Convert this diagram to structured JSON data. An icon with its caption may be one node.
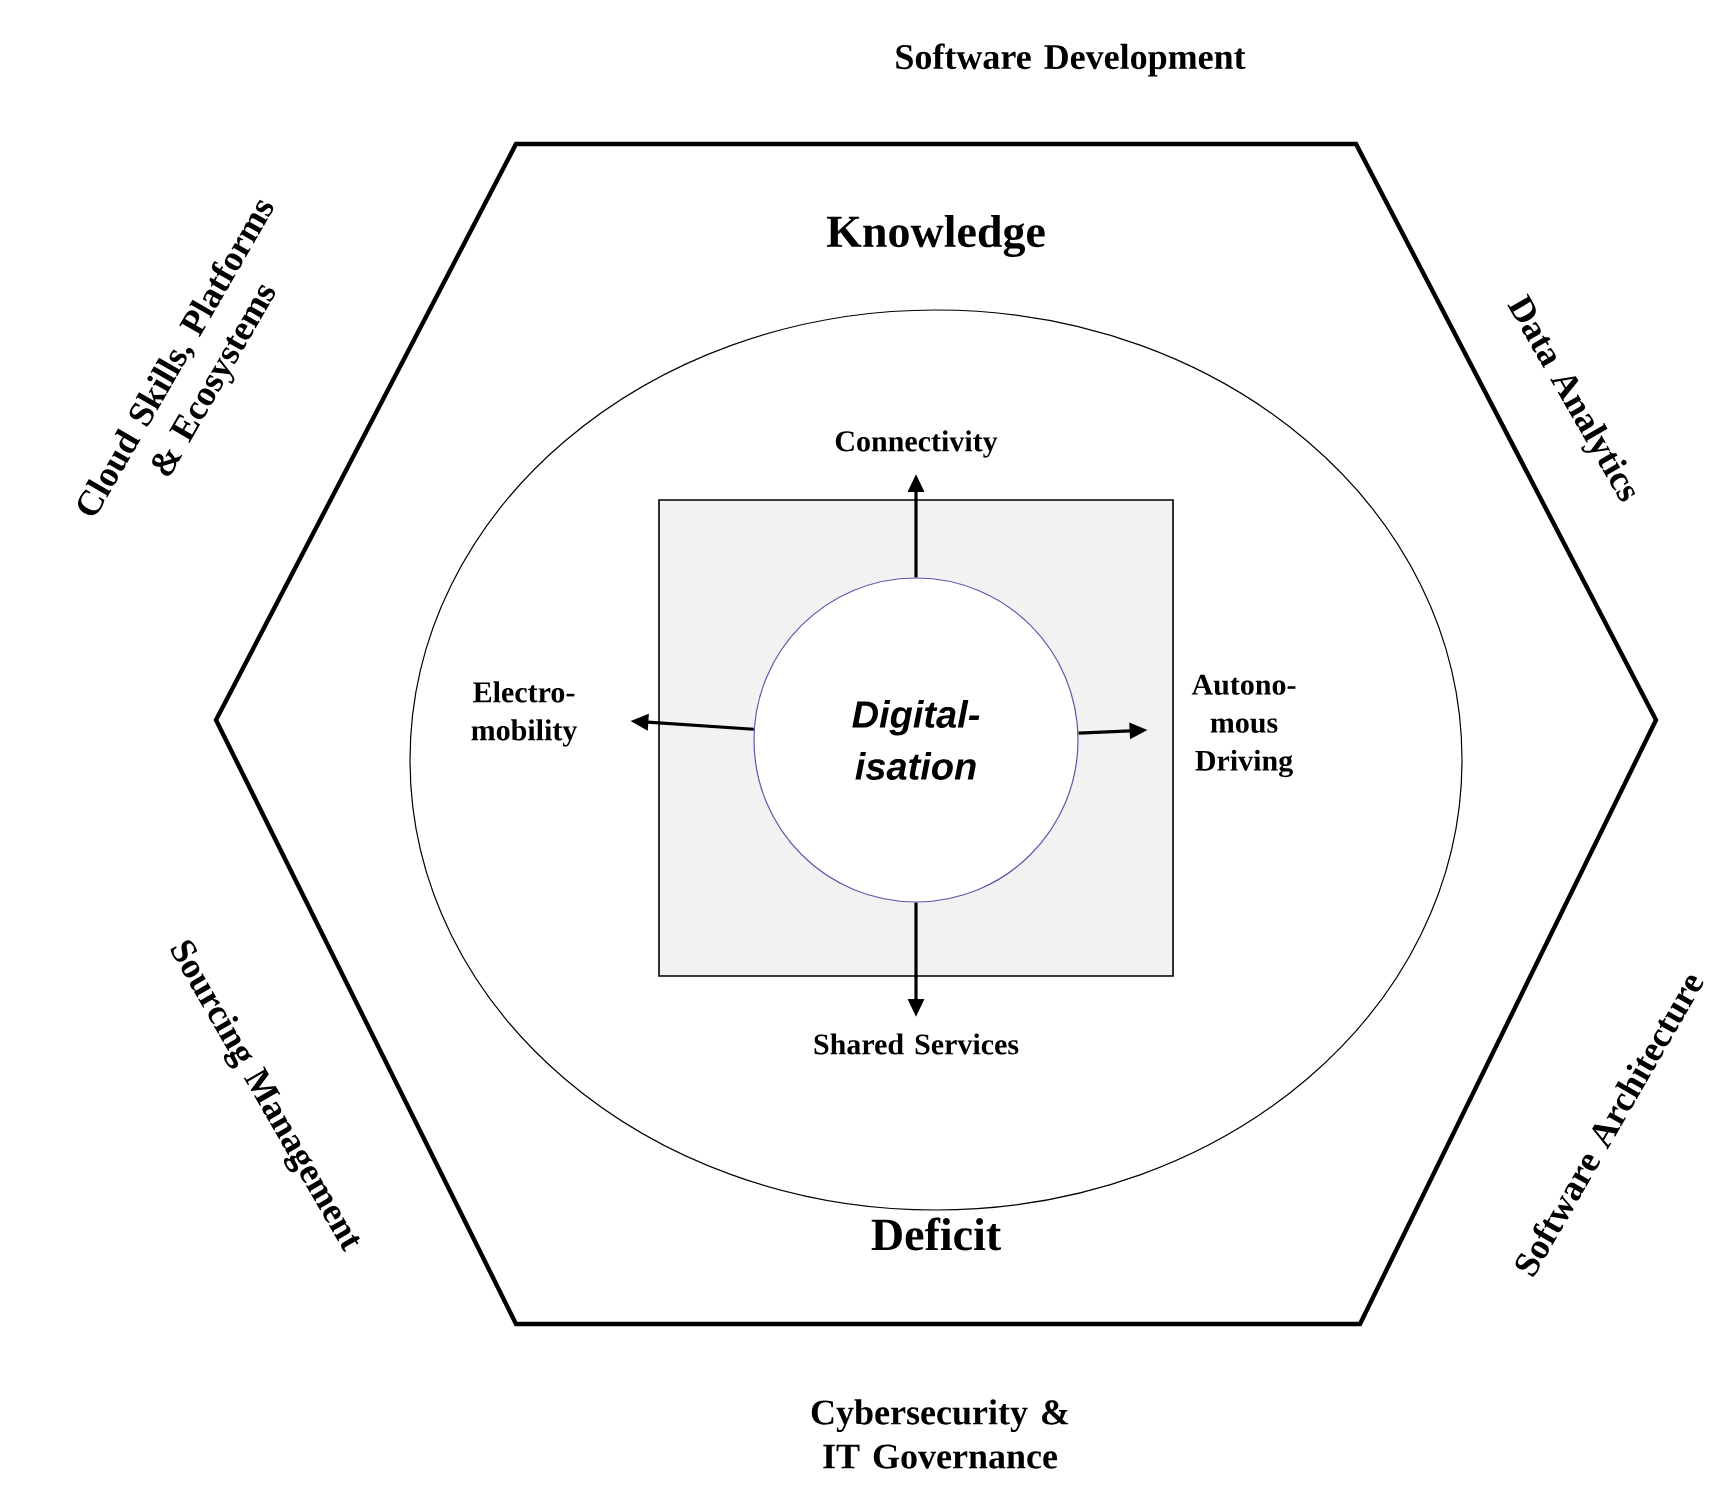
{
  "diagram": {
    "nodes": [
      {
        "text": [
          "Knowledge",
          "Deficit"
        ]
      },
      {
        "text": [],
        "shape": "ellipse",
        "in": 0
      },
      {
        "text": [],
        "shape": "box",
        "in": 1
      },
      {
        "text": [
          "Digital- isation"
        ],
        "in": 2
      },
      {
        "text": [
          "Connectivity"
        ],
        "in": 1
      },
      {
        "text": [
          "Electro- mobility"
        ],
        "in": 1
      },
      {
        "text": [
          "Autono- mous Driving"
        ],
        "in": 1
      },
      {
        "text": [
          "Shared Services"
        ],
        "in": 1
      }
    ],
    "edges": [
      {
        "from": 3,
        "to": 4,
        "arrow": "to"
      },
      {
        "from": 3,
        "to": 5,
        "arrow": "to"
      },
      {
        "from": 3,
        "to": 6,
        "arrow": "to"
      },
      {
        "from": 3,
        "to": 7,
        "arrow": "to"
      }
    ],
    "labels": [
      "Software Development",
      "Cloud Skills, Platforms & Ecosystems",
      "Data Analytics",
      "Sourcing Management",
      "Software Architecture",
      "Cybersecurity & IT Governance"
    ]
  }
}
